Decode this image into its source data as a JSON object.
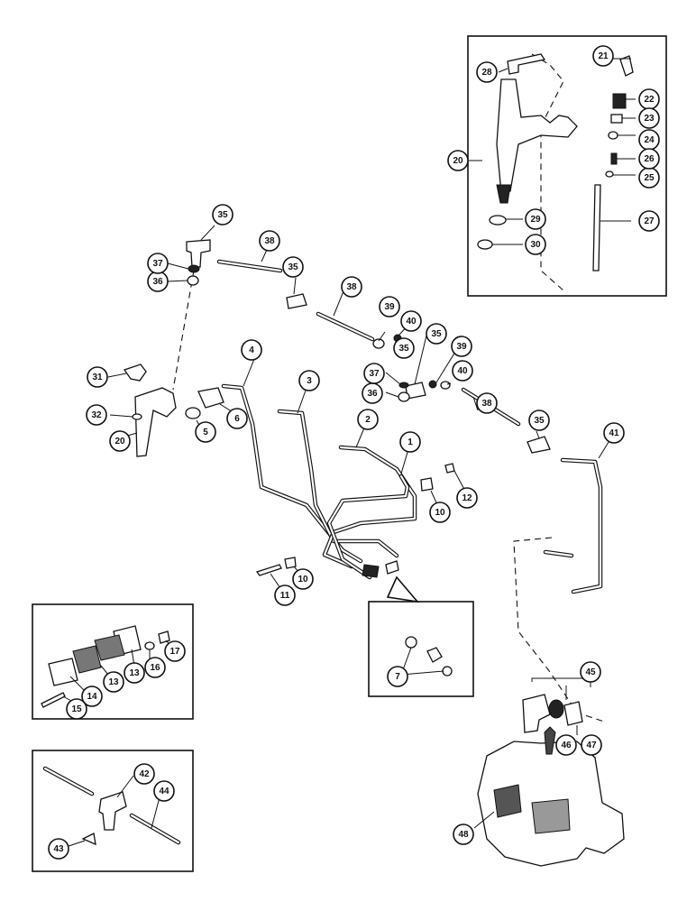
{
  "callouts": [
    "1",
    "2",
    "3",
    "4",
    "5",
    "6",
    "7",
    "10",
    "10",
    "11",
    "12",
    "13",
    "13",
    "14",
    "15",
    "16",
    "17",
    "20",
    "20",
    "21",
    "22",
    "23",
    "24",
    "25",
    "26",
    "27",
    "28",
    "29",
    "30",
    "31",
    "32",
    "35",
    "35",
    "35",
    "35",
    "35",
    "36",
    "36",
    "37",
    "37",
    "38",
    "38",
    "38",
    "39",
    "39",
    "40",
    "40",
    "41",
    "42",
    "43",
    "44",
    "45",
    "46",
    "47",
    "48"
  ]
}
